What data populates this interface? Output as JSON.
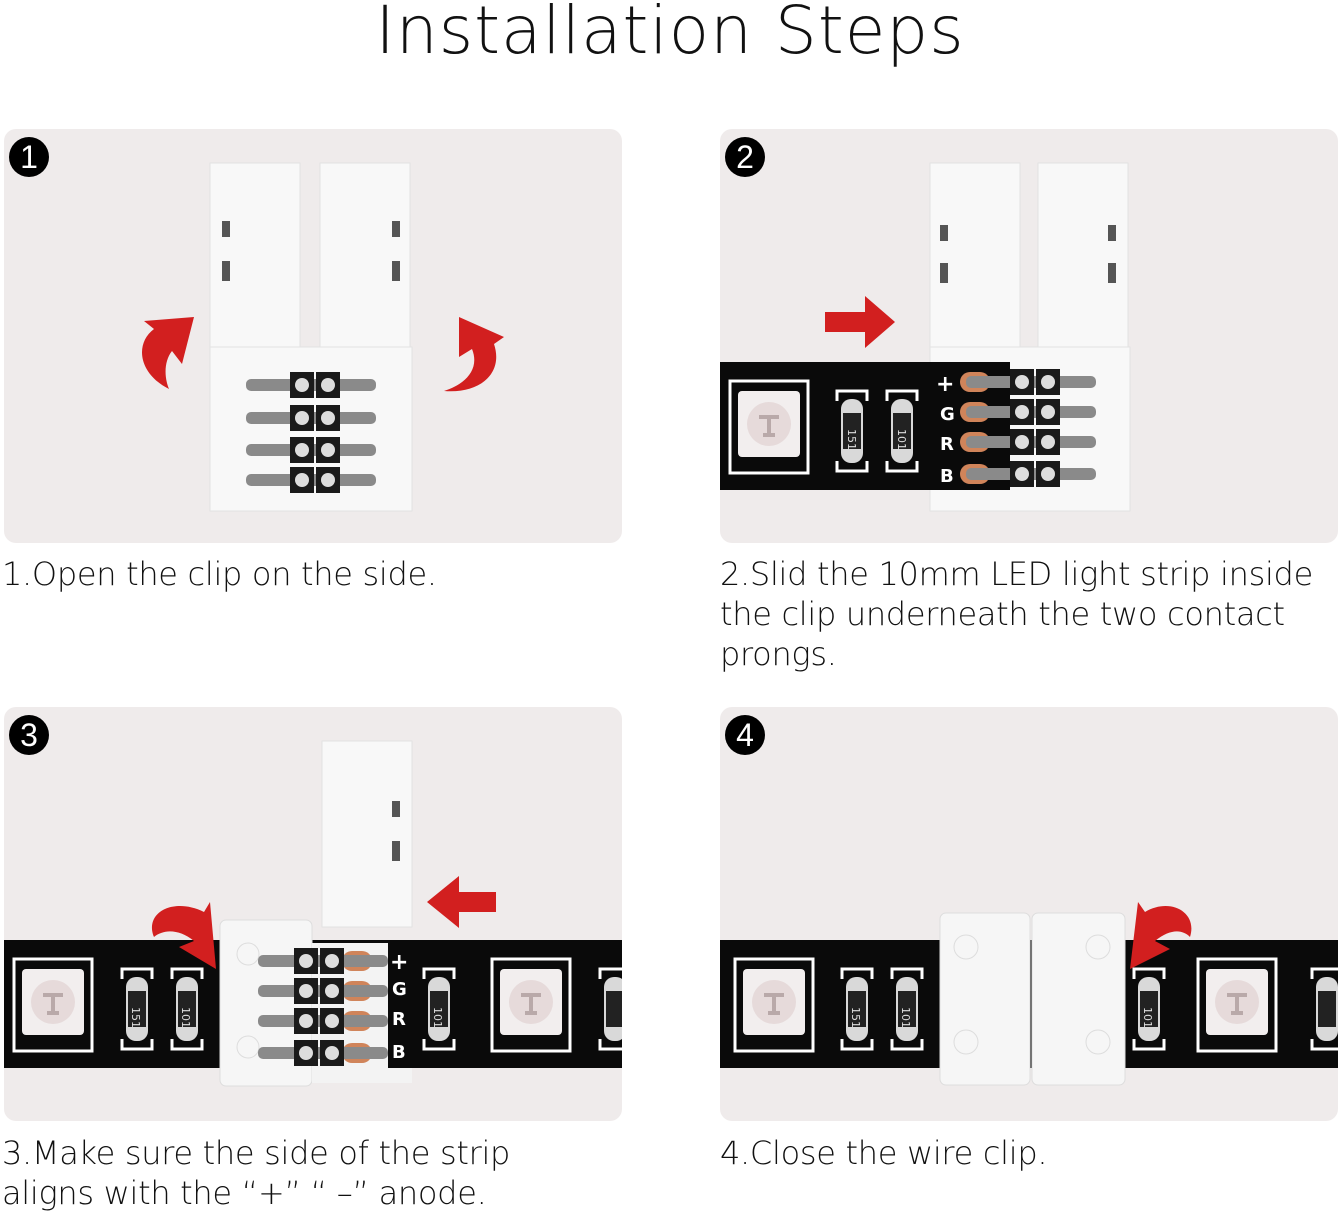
{
  "title": "Installation Steps",
  "colors": {
    "panel_bg": "#efebeb",
    "arrow": "#d21f1f",
    "strip": "#0a0a0a",
    "clip": "#f8f8f8"
  },
  "strip_labels": {
    "plus": "+",
    "g": "G",
    "r": "R",
    "b": "B",
    "res1": "151",
    "res2": "101"
  },
  "steps": [
    {
      "number": "1",
      "caption": "1.Open the clip on the side.",
      "icon": "curved-arrows-open-icon"
    },
    {
      "number": "2",
      "caption": "2.Slid the 10mm LED light strip inside the clip underneath the two contact prongs.",
      "icon": "right-arrow-icon"
    },
    {
      "number": "3",
      "caption": "3.Make sure the side of the strip aligns with the “+” “ –” anode.",
      "icon": "left-arrow-icon"
    },
    {
      "number": "4",
      "caption": "4.Close the wire clip.",
      "icon": "curved-arrow-close-icon"
    }
  ]
}
